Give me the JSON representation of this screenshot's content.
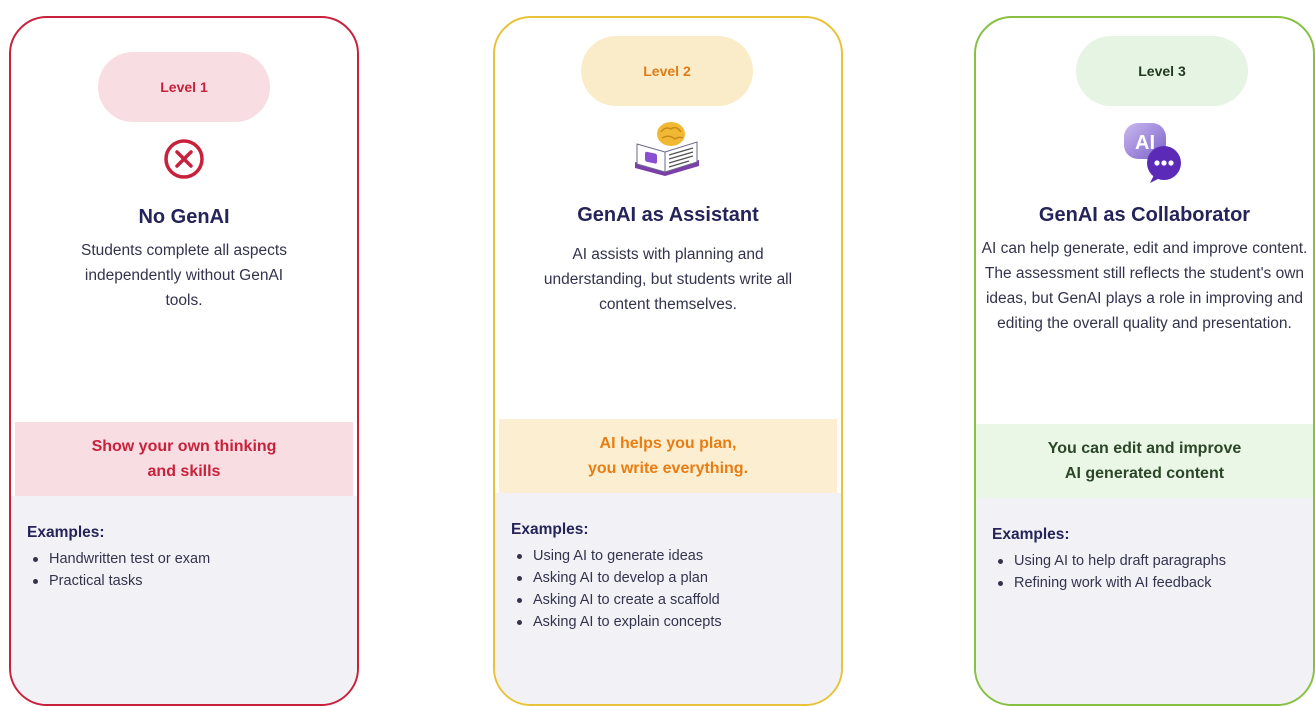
{
  "cards": [
    {
      "level": "Level 1",
      "icon": "cross-circle-icon",
      "title": "No GenAI",
      "description": "Students complete all aspects independently without GenAI tools.",
      "band_line1": "Show your own thinking",
      "band_line2": "and skills",
      "examples_heading": "Examples:",
      "examples": [
        "Handwritten test or exam",
        "Practical tasks"
      ],
      "accent": "#c8213b"
    },
    {
      "level": "Level 2",
      "icon": "ai-book-brain-icon",
      "title": "GenAI as Assistant",
      "description": "AI assists with planning and understanding, but students write all content themselves.",
      "band_line1": "AI helps you plan,",
      "band_line2": "you write everything.",
      "examples_heading": "Examples:",
      "examples": [
        "Using AI to generate ideas",
        "Asking AI to develop a plan",
        "Asking AI to create a scaffold",
        "Asking AI to explain concepts"
      ],
      "accent": "#e8c33a"
    },
    {
      "level": "Level 3",
      "icon": "ai-chat-bubble-icon",
      "title": "GenAI as Collaborator",
      "description": "AI can help generate, edit and improve content. The assessment still reflects the student's own ideas, but GenAI plays a role in improving and editing the overall quality and presentation.",
      "band_line1": "You can edit and improve",
      "band_line2": "AI generated content",
      "examples_heading": "Examples:",
      "examples": [
        "Using AI to help draft paragraphs",
        "Refining work with AI feedback"
      ],
      "accent": "#86c142"
    }
  ],
  "icon_badge_text": "AI"
}
